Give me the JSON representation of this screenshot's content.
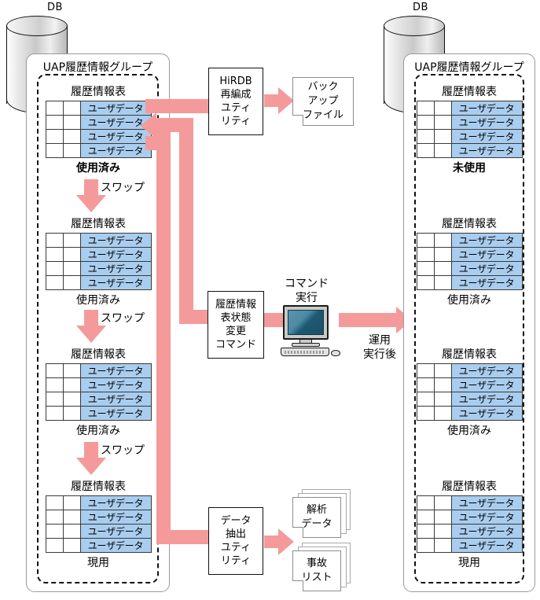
{
  "diagram": {
    "title": "UAP history information group swap and operation flow",
    "colors": {
      "data_cell": "#a9cdef",
      "flow_arrow": "#f59a9a",
      "cylinder": "#c9c9c9",
      "screen": "#1d5970"
    }
  },
  "left_db": {
    "db_label": "DB",
    "group_title": "UAP履歴情報グループ",
    "tables": [
      {
        "caption": "履歴情報表",
        "rows": [
          "ユーザデータ",
          "ユーザデータ",
          "ユーザデータ",
          "ユーザデータ"
        ],
        "state": "使用済み",
        "state_bold": true
      },
      {
        "caption": "履歴情報表",
        "rows": [
          "ユーザデータ",
          "ユーザデータ",
          "ユーザデータ",
          "ユーザデータ"
        ],
        "state": "使用済み",
        "state_bold": false
      },
      {
        "caption": "履歴情報表",
        "rows": [
          "ユーザデータ",
          "ユーザデータ",
          "ユーザデータ",
          "ユーザデータ"
        ],
        "state": "使用済み",
        "state_bold": false
      },
      {
        "caption": "履歴情報表",
        "rows": [
          "ユーザデータ",
          "ユーザデータ",
          "ユーザデータ",
          "ユーザデータ"
        ],
        "state": "現用",
        "state_bold": false
      }
    ],
    "swap_labels": [
      "スワップ",
      "スワップ",
      "スワップ"
    ]
  },
  "right_db": {
    "db_label": "DB",
    "group_title": "UAP履歴情報グループ",
    "tables": [
      {
        "caption": "履歴情報表",
        "rows": [
          "ユーザデータ",
          "ユーザデータ",
          "ユーザデータ",
          "ユーザデータ"
        ],
        "state": "未使用",
        "state_bold": true
      },
      {
        "caption": "履歴情報表",
        "rows": [
          "ユーザデータ",
          "ユーザデータ",
          "ユーザデータ",
          "ユーザデータ"
        ],
        "state": "使用済み",
        "state_bold": false
      },
      {
        "caption": "履歴情報表",
        "rows": [
          "ユーザデータ",
          "ユーザデータ",
          "ユーザデータ",
          "ユーザデータ"
        ],
        "state": "使用済み",
        "state_bold": false
      },
      {
        "caption": "履歴情報表",
        "rows": [
          "ユーザデータ",
          "ユーザデータ",
          "ユーザデータ",
          "ユーザデータ"
        ],
        "state": "現用",
        "state_bold": false
      }
    ]
  },
  "processes": {
    "reorg_utility": "HiRDB\n再編成\nユティ\nリティ",
    "reorg_utility_lines": [
      "HiRDB",
      "再編成",
      "ユティ",
      "リティ"
    ],
    "state_change_command_lines": [
      "履歴情報",
      "表状態",
      "変更",
      "コマンド"
    ],
    "extract_utility_lines": [
      "データ",
      "抽出",
      "ユティ",
      "リティ"
    ]
  },
  "outputs": {
    "backup_file_lines": [
      "バック",
      "アップ",
      "ファイル"
    ],
    "analysis_data_lines": [
      "解析",
      "データ"
    ],
    "incident_list_lines": [
      "事故",
      "リスト"
    ]
  },
  "annotations": {
    "command_exec_lines": [
      "コマンド",
      "実行"
    ],
    "after_operation_lines": [
      "運用",
      "実行後"
    ]
  }
}
